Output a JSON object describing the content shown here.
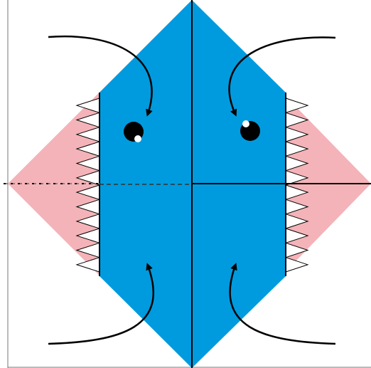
{
  "colors": {
    "background": "#ffffff",
    "body_blue": "#009bde",
    "mouth_pink": "#f4b3b8",
    "teeth_white": "#ffffff",
    "line_black": "#000000",
    "border_gray": "#777777",
    "eye_black": "#000000",
    "eye_highlight": "#ffffff"
  },
  "icons": {
    "arrow_top_left": "curved-arrow-icon",
    "arrow_top_right": "curved-arrow-icon",
    "arrow_bottom_left": "curved-arrow-icon",
    "arrow_bottom_right": "curved-arrow-icon"
  },
  "diagram": {
    "subject": "origami-fold-diagram",
    "left_teeth_count": 12,
    "right_teeth_count": 12,
    "eye_count": 2,
    "fold_arrow_count": 4,
    "left_crease_style": "dashed",
    "right_crease_style": "solid"
  }
}
